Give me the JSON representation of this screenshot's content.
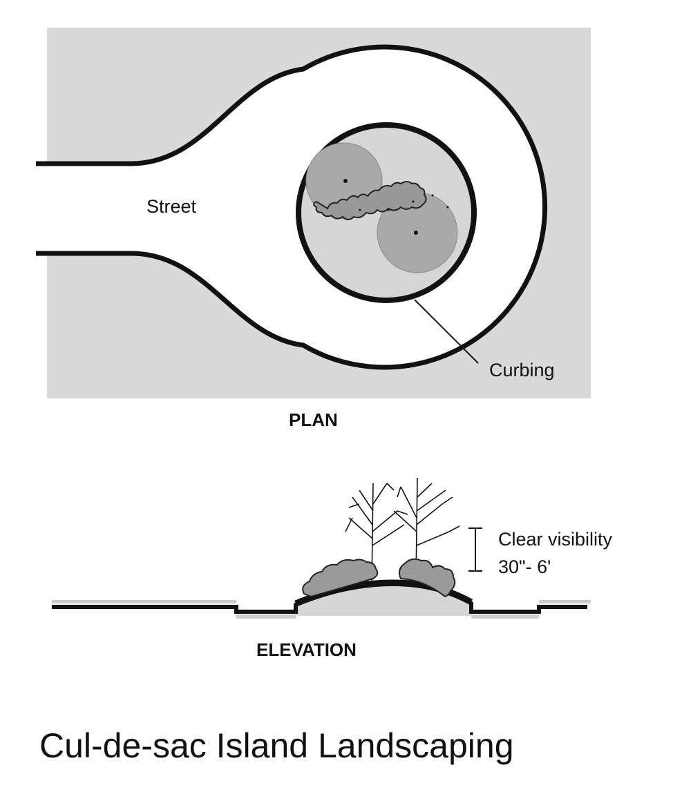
{
  "plan": {
    "street_label": "Street",
    "curbing_label": "Curbing",
    "caption": "PLAN"
  },
  "elevation": {
    "visibility_label_line1": "Clear visibility",
    "visibility_label_line2": "30\"- 6'",
    "caption": "ELEVATION"
  },
  "title": "Cul-de-sac Island Landscaping",
  "colors": {
    "background_fill": "#d9d9d9",
    "road": "#ffffff",
    "island": "#d6d6d6",
    "canopy": "#a9a9a9",
    "shrub": "#9a9a9a",
    "line": "#111111"
  }
}
